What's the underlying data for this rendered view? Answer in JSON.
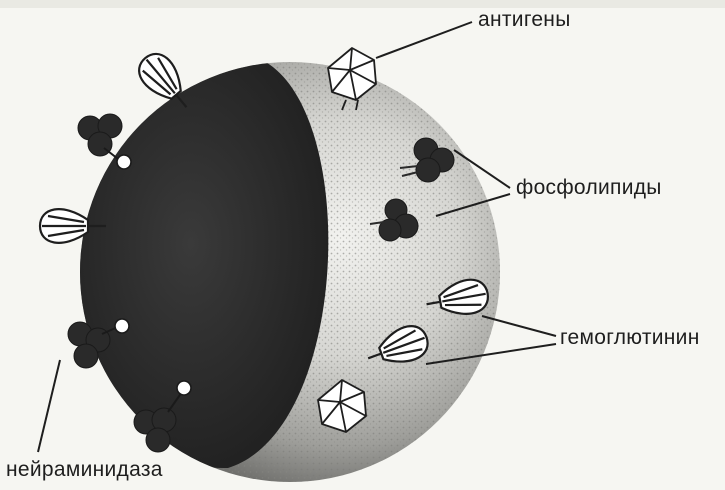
{
  "labels": {
    "antigens": "антигены",
    "phospholipids": "фосфолипиды",
    "hemagglutinin": "гемоглютинин",
    "neuraminidase": "нейраминидаза"
  },
  "icons": {
    "hemagglutinin": "hemagglutinin-spike-icon",
    "phospholipid": "phospholipid-cluster-icon",
    "neuraminidase": "neuraminidase-spike-icon",
    "antigen": "icosahedral-antigen-icon"
  }
}
